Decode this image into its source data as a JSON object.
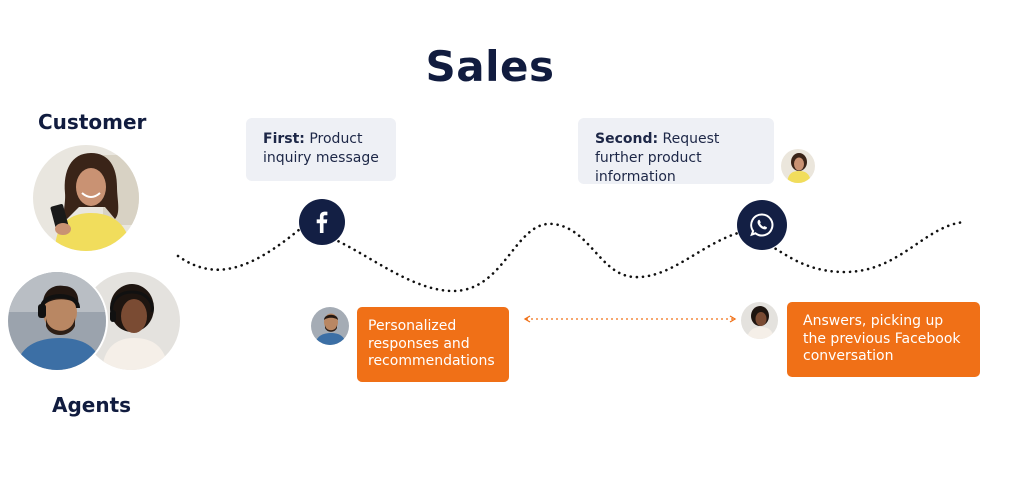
{
  "title": "Sales",
  "roles": {
    "customer": "Customer",
    "agents": "Agents"
  },
  "steps": {
    "first": {
      "lead": "First:",
      "text": " Product inquiry message",
      "channel_icon": "facebook-icon"
    },
    "second": {
      "lead": "Second:",
      "text": " Request further product information",
      "channel_icon": "whatsapp-icon"
    }
  },
  "responses": {
    "first": "Personalized responses and recommendations",
    "second": "Answers, picking up the previous Facebook conversation"
  },
  "colors": {
    "navy": "#131f44",
    "orange": "#f07017",
    "gray_box": "#eef0f5"
  }
}
